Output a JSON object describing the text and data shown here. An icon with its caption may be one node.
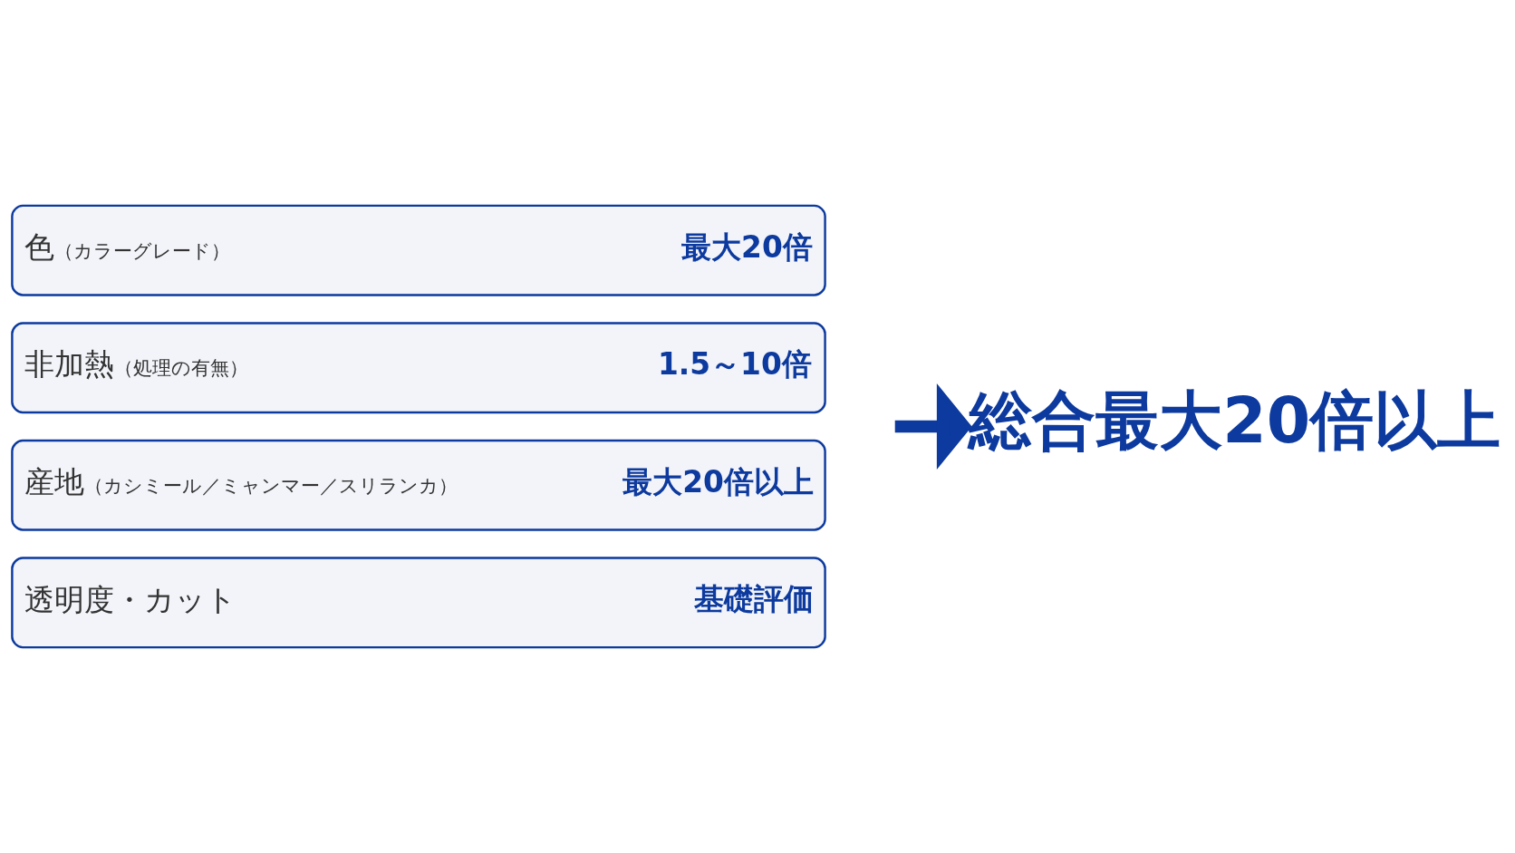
{
  "diagram": {
    "nodes": [
      {
        "text": [
          "色",
          "（カラーグレード）",
          "最大20倍"
        ]
      },
      {
        "text": [
          "非加熱",
          "（処理の有無）",
          "1.5～10倍"
        ]
      },
      {
        "text": [
          "産地",
          "（カシミール／ミャンマー／スリランカ）",
          "最大20倍以上"
        ]
      },
      {
        "text": [
          "透明度・カット",
          "基礎評価"
        ]
      },
      {
        "text": [
          "総合最大20倍以上"
        ]
      }
    ],
    "edges": [
      {
        "from": null,
        "to": 4,
        "arrow": "to"
      }
    ]
  }
}
